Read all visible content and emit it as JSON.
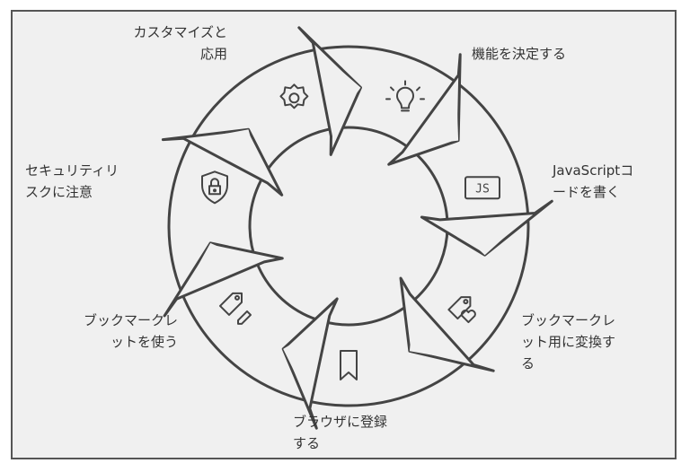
{
  "colors": {
    "stroke": "#444444",
    "fill": "#f0f0f0",
    "text": "#333333"
  },
  "steps": [
    {
      "label": "機能を決定する",
      "icon": "lightbulb-icon"
    },
    {
      "label": "JavaScriptコ\nードを書く",
      "icon": "js-code-icon",
      "icon_text": "JS"
    },
    {
      "label": "ブックマークレ\nット用に変換す\nる",
      "icon": "tag-heart-icon"
    },
    {
      "label": "ブラウザに登録\nする",
      "icon": "bookmark-icon"
    },
    {
      "label": "ブックマークレ\nットを使う",
      "icon": "tag-pencil-icon"
    },
    {
      "label": "セキュリティリ\nスクに注意",
      "icon": "lock-shield-icon"
    },
    {
      "label": "カスタマイズと\n応用",
      "icon": "gear-icon"
    }
  ]
}
